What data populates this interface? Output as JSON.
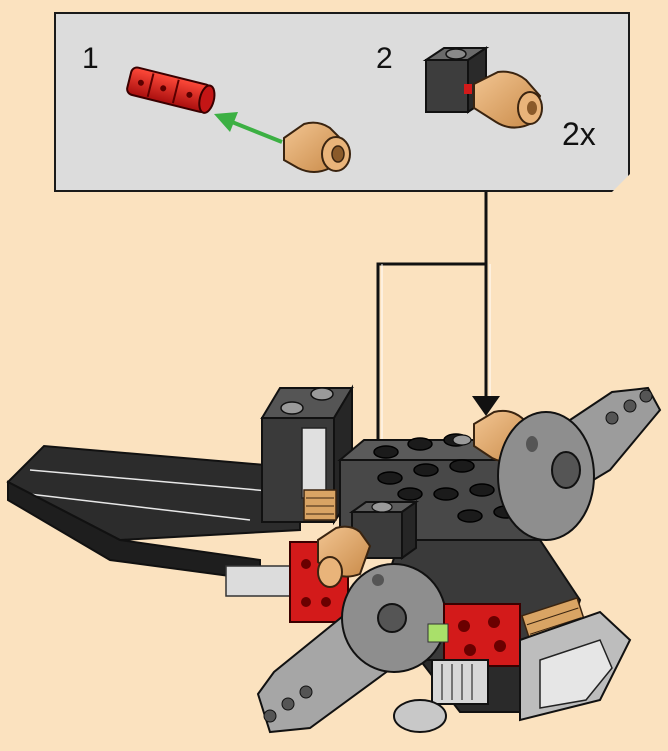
{
  "callout": {
    "step1_number": "1",
    "step2_number": "2",
    "quantity": "2x"
  },
  "colors": {
    "background": "#fbe2bf",
    "panel": "#dcdcdc",
    "outline": "#1a1a1a",
    "red_part": "#d31a1a",
    "tan_part": "#e0aa6c",
    "dark_grey": "#3d3d3d",
    "light_grey": "#9c9c9c",
    "green_arrow": "#3cb043"
  },
  "icons": {
    "assembly_arrow": "green-arrow",
    "pointer_arrows": "black-down-arrow"
  }
}
